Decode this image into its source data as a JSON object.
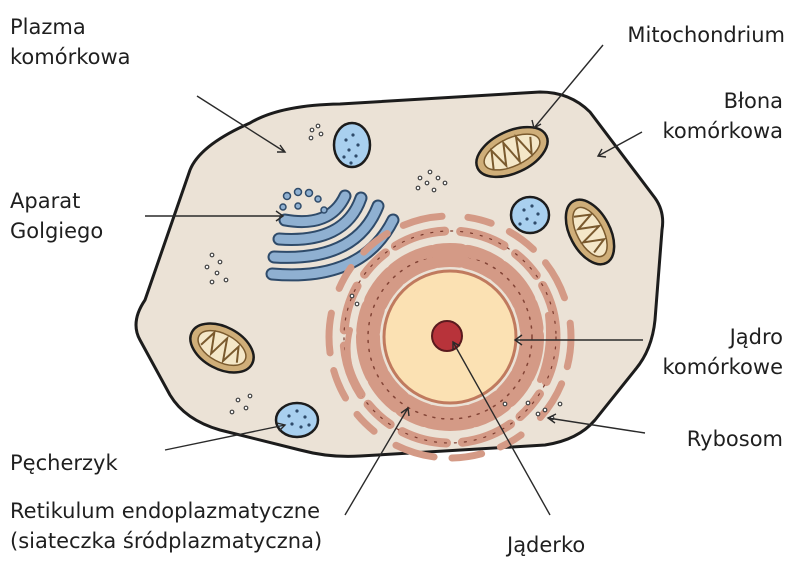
{
  "labels": {
    "plazma_1": "Plazma",
    "plazma_2": "komórkowa",
    "mitochondrium": "Mitochondrium",
    "blona_1": "Błona",
    "blona_2": "komórkowa",
    "aparat_1": "Aparat",
    "aparat_2": "Golgiego",
    "jadro_1": "Jądro",
    "jadro_2": "komórkowe",
    "rybosom": "Rybosom",
    "pecherzyk": "Pęcherzyk",
    "retikulum_1": "Retikulum endoplazmatyczne",
    "retikulum_2": "(siateczka śródplazmatyczna)",
    "jaderko": "Jąderko"
  },
  "colors": {
    "cytoplasm": "#ebe2d6",
    "membrane": "#1c1c1c",
    "golgi": "#8fb0d1",
    "vesicle": "#a9d0ef",
    "mito_outer": "#cfae79",
    "mito_inner": "#f4e7c8",
    "er": "#d49a86",
    "nucleus": "#fbe1b3",
    "nucleolus": "#b8333a"
  }
}
